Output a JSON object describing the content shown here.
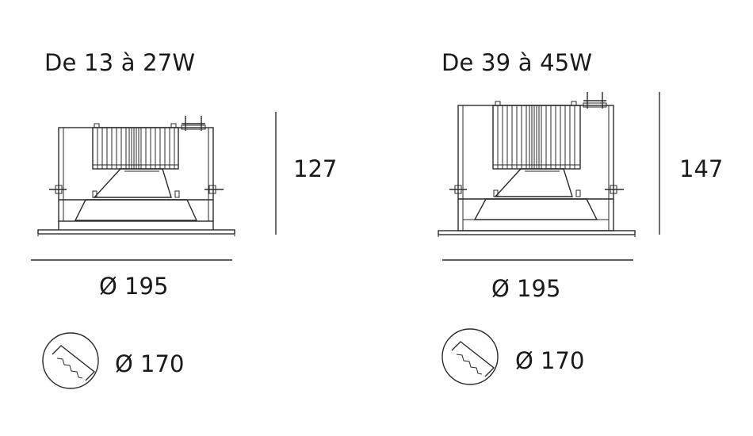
{
  "variants": [
    {
      "title": "De 13 à 27W",
      "height_label": "127",
      "diameter_label": "Ø 195",
      "cutout_label": "Ø 170",
      "cutout_icon": "hole-saw-icon",
      "height_mm": 127
    },
    {
      "title": "De 39 à 45W",
      "height_label": "147",
      "diameter_label": "Ø 195",
      "cutout_label": "Ø 170",
      "cutout_icon": "hole-saw-icon",
      "height_mm": 147
    }
  ],
  "colors": {
    "line": "#2a2a2a",
    "background": "#ffffff"
  }
}
